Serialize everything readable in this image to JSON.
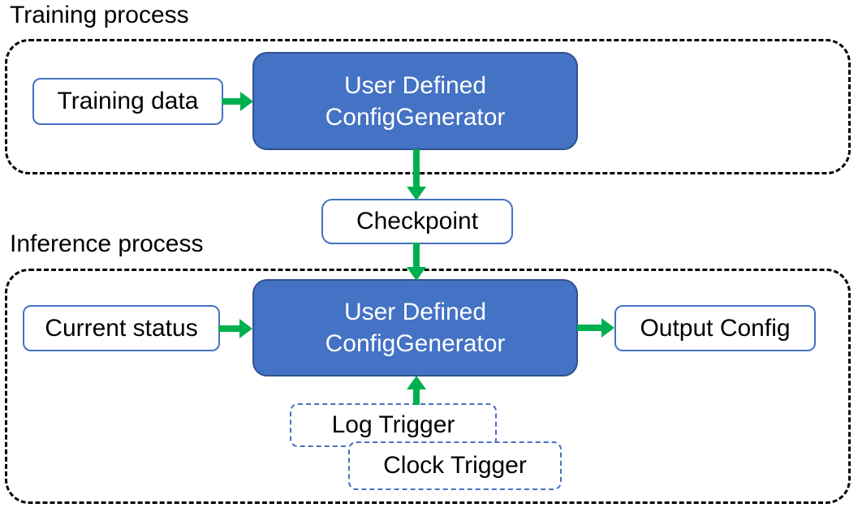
{
  "colors": {
    "process_box_fill": "#4472C4",
    "process_box_border": "#2F528F",
    "io_box_border": "#4472C4",
    "trigger_box_border": "#4472C4",
    "arrow_green": "#00B050",
    "container_border": "#000000",
    "text_dark": "#000000",
    "text_light": "#FFFFFF"
  },
  "training": {
    "label": "Training process",
    "input_box": "Training data",
    "process": {
      "line1": "User Defined",
      "line2": "ConfigGenerator"
    }
  },
  "checkpoint": {
    "label": "Checkpoint"
  },
  "inference": {
    "label": "Inference process",
    "input_box": "Current status",
    "process": {
      "line1": "User Defined",
      "line2": "ConfigGenerator"
    },
    "output_box": "Output Config",
    "triggers": {
      "log": "Log Trigger",
      "clock": "Clock Trigger"
    }
  }
}
